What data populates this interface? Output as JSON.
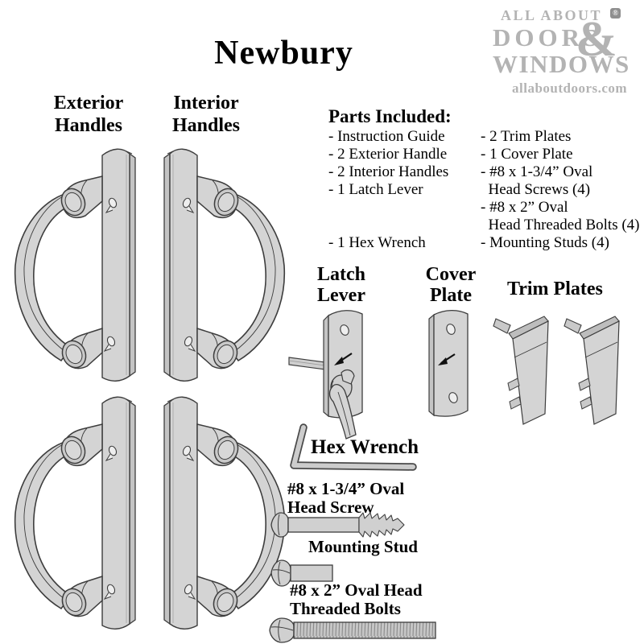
{
  "title": "Newbury",
  "logo": {
    "line1": "ALL ABOUT",
    "line2": "DOORS",
    "line3": "WINDOWS",
    "ampersand": "&",
    "registered": "®",
    "website": "allaboutdoors.com"
  },
  "columns": {
    "exterior_label": "Exterior\nHandles",
    "interior_label": "Interior\nHandles"
  },
  "parts": {
    "heading": "Parts Included:",
    "left": [
      "- Instruction Guide",
      "- 2 Exterior Handle",
      "- 2 Interior Handles",
      "- 1 Latch Lever",
      "",
      "",
      "- 1 Hex Wrench"
    ],
    "right": [
      "- 2 Trim Plates",
      "- 1 Cover Plate",
      "- #8 x 1-3/4” Oval",
      "  Head Screws (4)",
      "- #8 x 2” Oval",
      "  Head Threaded Bolts (4)",
      "- Mounting Studs (4)"
    ]
  },
  "labels": {
    "latch_lever": "Latch\nLever",
    "cover_plate": "Cover\nPlate",
    "trim_plates": "Trim Plates",
    "hex_wrench": "Hex Wrench",
    "oval_head_screw": "#8 x 1-3/4” Oval\nHead Screw",
    "mounting_stud": "Mounting Stud",
    "threaded_bolts": "#8 x 2” Oval Head\nThreaded Bolts"
  },
  "colors": {
    "illustration_fill": "#d4d4d4",
    "illustration_outline": "#3d3d3d",
    "logo_gray": "#b3b3b3",
    "text": "#000000",
    "background": "#ffffff"
  }
}
